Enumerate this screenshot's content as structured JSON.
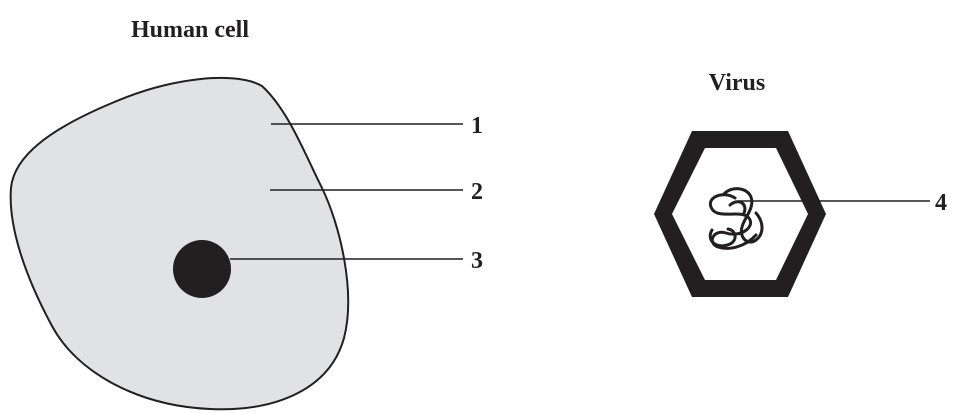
{
  "titles": {
    "human_cell": "Human cell",
    "virus": "Virus"
  },
  "labels": {
    "l1": "1",
    "l2": "2",
    "l3": "3",
    "l4": "4"
  },
  "colors": {
    "ink": "#231f20",
    "cytoplasm_fill": "#e1e2e4"
  }
}
